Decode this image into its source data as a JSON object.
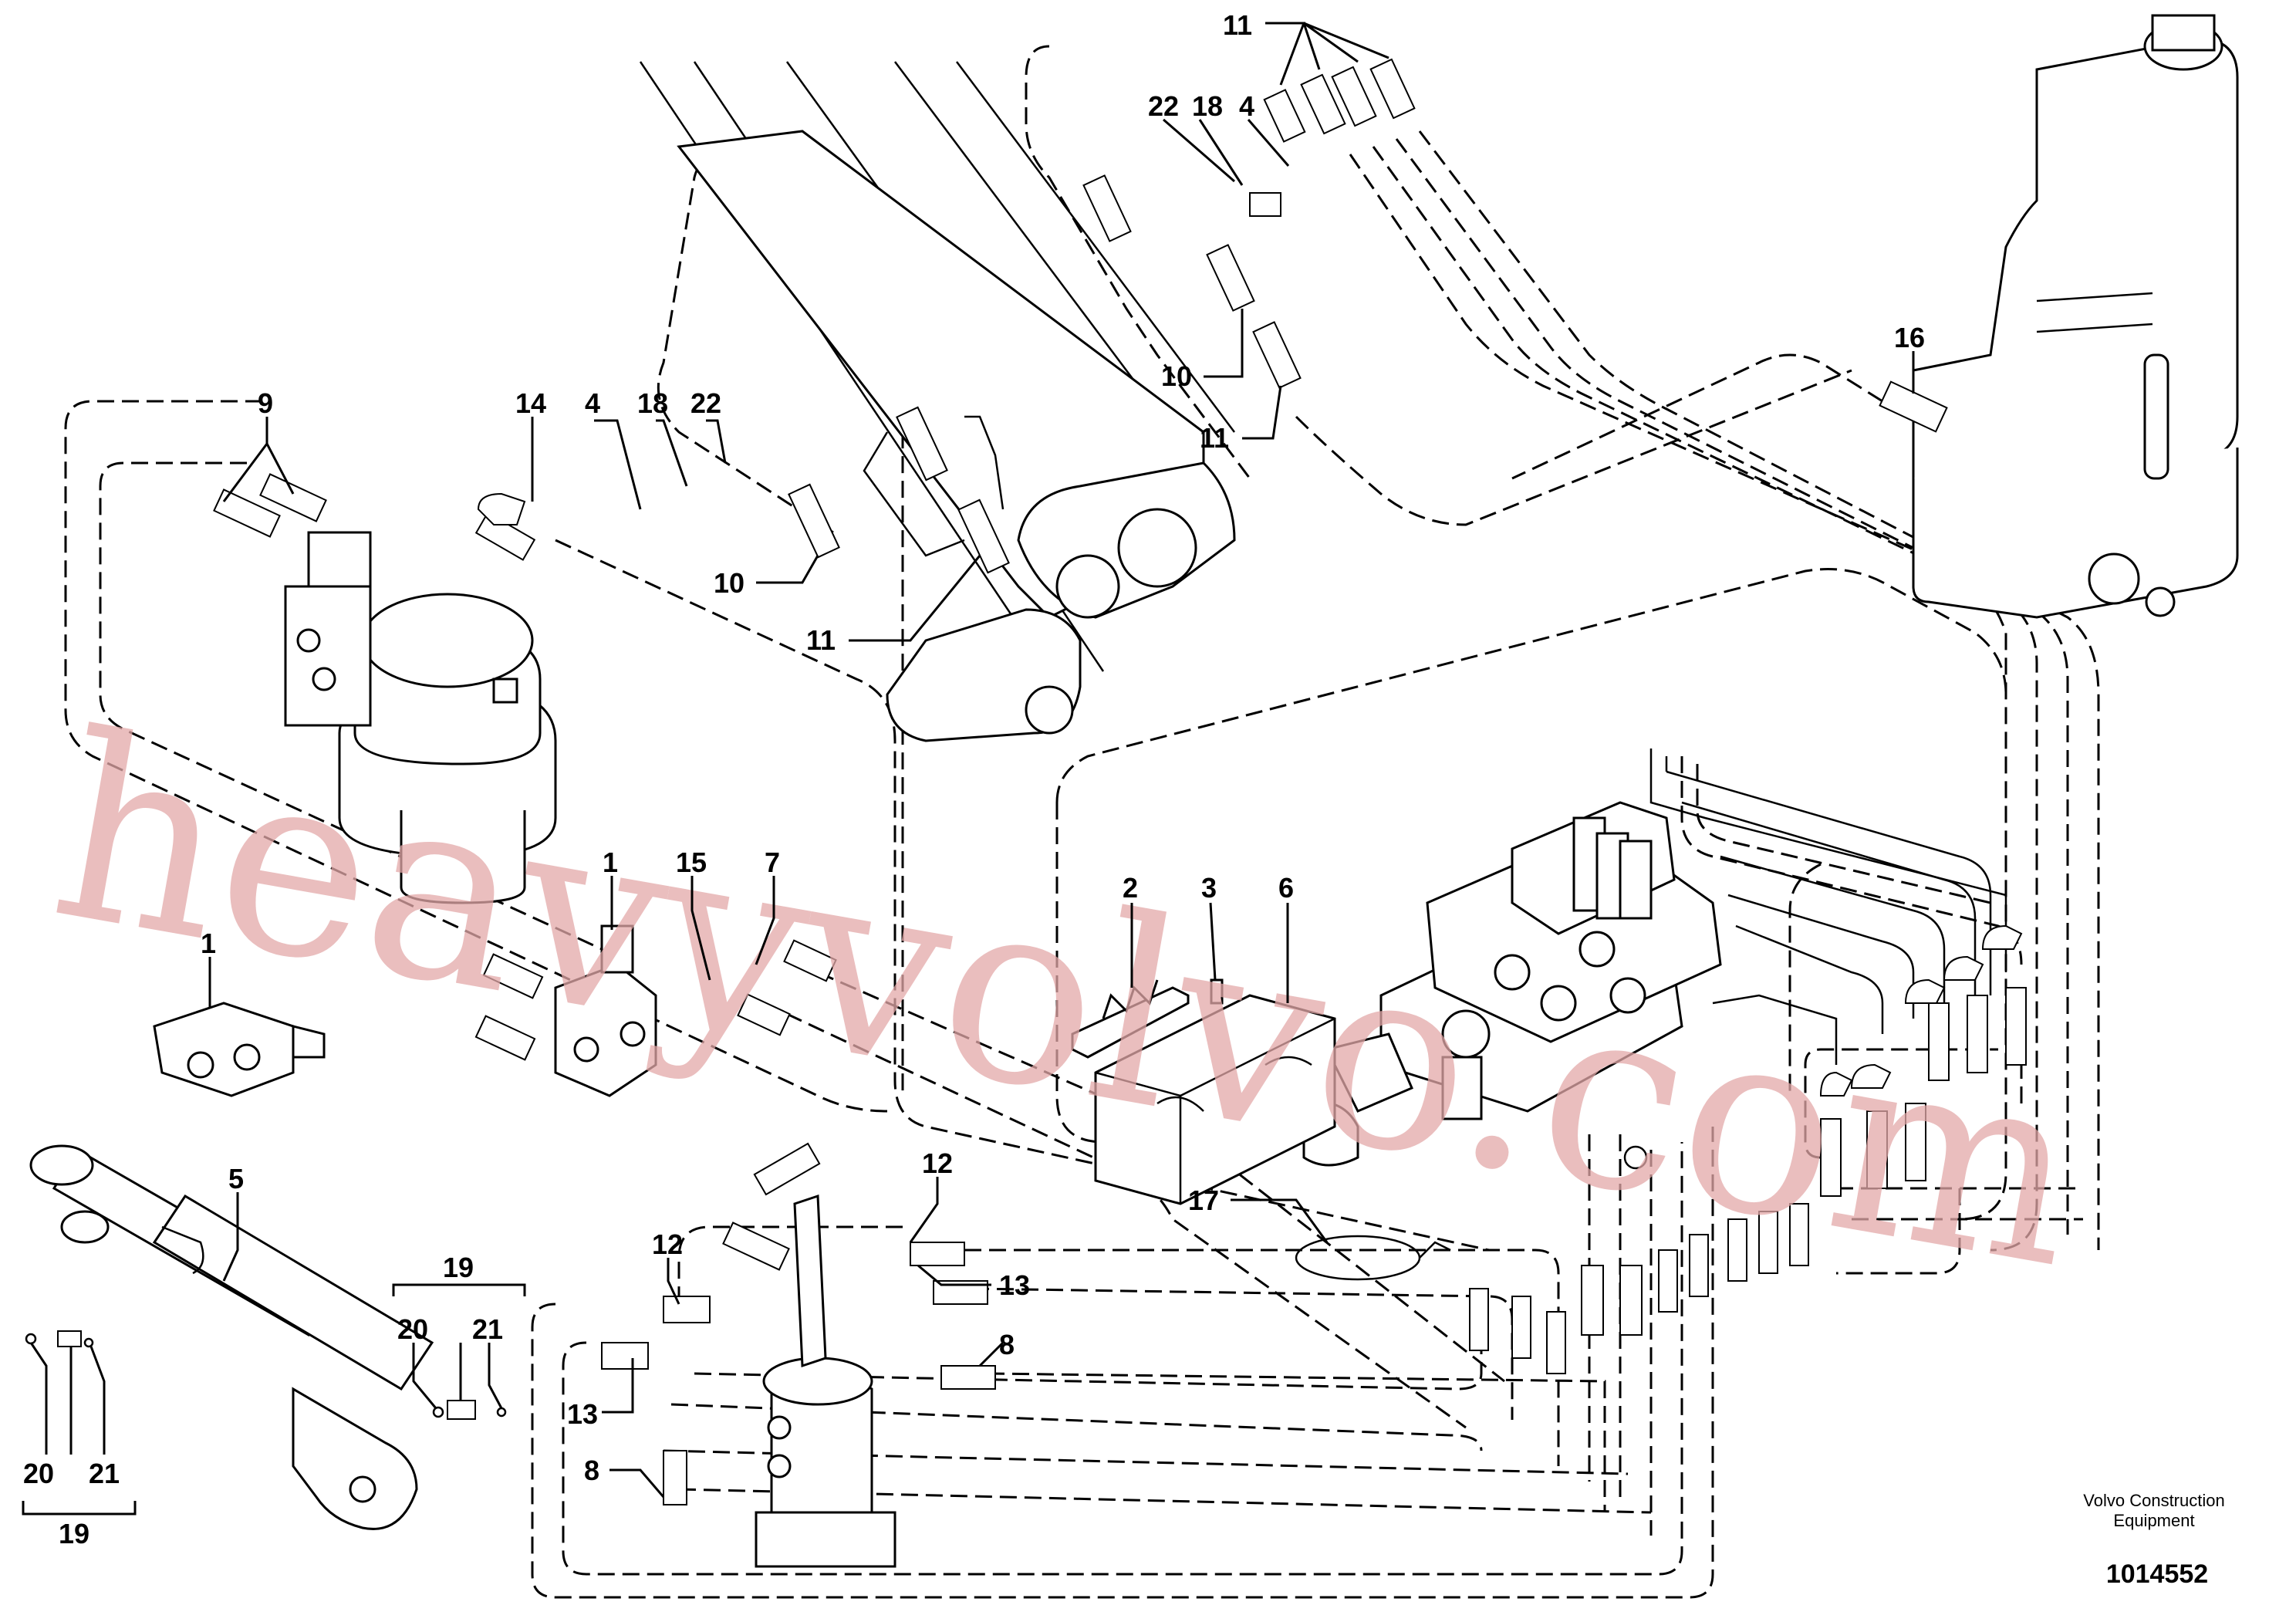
{
  "diagram": {
    "callouts": {
      "c1": "1",
      "c1b": "1",
      "c2": "2",
      "c3": "3",
      "c4": "4",
      "c4b": "4",
      "c5": "5",
      "c6": "6",
      "c7": "7",
      "c8": "8",
      "c8b": "8",
      "c9": "9",
      "c10": "10",
      "c10b": "10",
      "c11": "11",
      "c11b": "11",
      "c11c": "11",
      "c12": "12",
      "c12b": "12",
      "c13": "13",
      "c13b": "13",
      "c14": "14",
      "c15": "15",
      "c16": "16",
      "c17": "17",
      "c18": "18",
      "c18b": "18",
      "c19": "19",
      "c19b": "19",
      "c20": "20",
      "c20b": "20",
      "c21": "21",
      "c21b": "21",
      "c22": "22",
      "c22b": "22"
    },
    "watermark": "heavyvolvo.com",
    "brand_line1": "Volvo Construction",
    "brand_line2": "Equipment",
    "drawing_number": "1014552"
  }
}
